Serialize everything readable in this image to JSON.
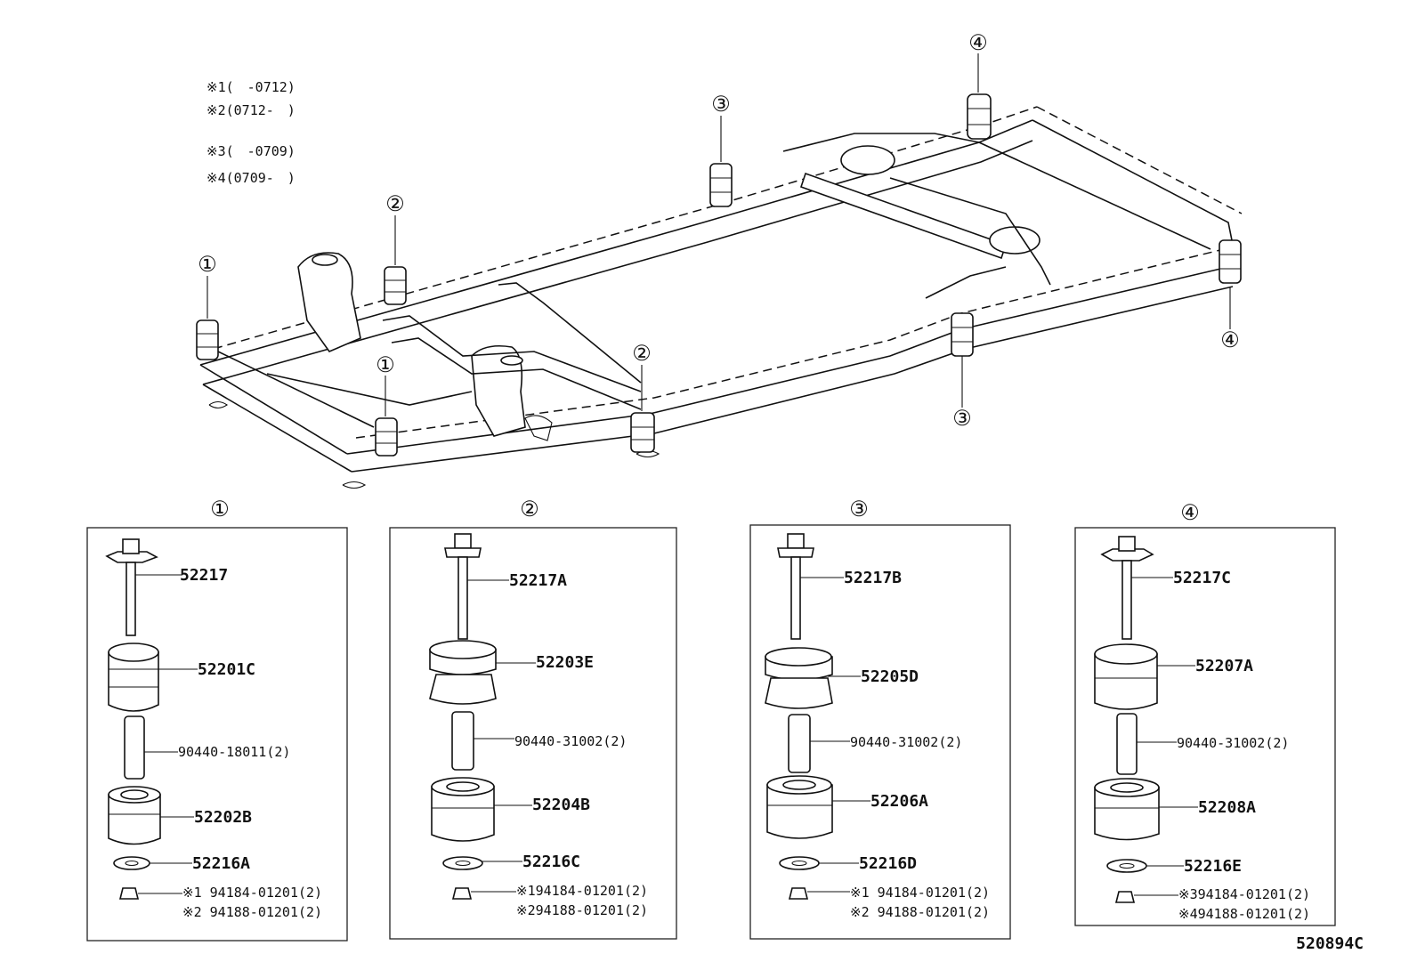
{
  "notes": [
    "※1(　-0712)",
    "※2(0712-　)",
    "※3(　-0709)",
    "※4(0709-　)"
  ],
  "callout_symbols": [
    "①",
    "②",
    "③",
    "④"
  ],
  "groups": [
    {
      "symbol": "①",
      "bolt": "52217",
      "upper": "52201C",
      "collar": "90440-18011(2)",
      "lower": "52202B",
      "washer": "52216A",
      "nut1": "※1 94184-01201(2)",
      "nut2": "※2 94188-01201(2)"
    },
    {
      "symbol": "②",
      "bolt": "52217A",
      "upper": "52203E",
      "collar": "90440-31002(2)",
      "lower": "52204B",
      "washer": "52216C",
      "nut1": "※194184-01201(2)",
      "nut2": "※294188-01201(2)"
    },
    {
      "symbol": "③",
      "bolt": "52217B",
      "upper": "52205D",
      "collar": "90440-31002(2)",
      "lower": "52206A",
      "washer": "52216D",
      "nut1": "※1 94184-01201(2)",
      "nut2": "※2 94188-01201(2)"
    },
    {
      "symbol": "④",
      "bolt": "52217C",
      "upper": "52207A",
      "collar": "90440-31002(2)",
      "lower": "52208A",
      "washer": "52216E",
      "nut1": "※394184-01201(2)",
      "nut2": "※494188-01201(2)"
    }
  ],
  "figure_code": "520894C"
}
